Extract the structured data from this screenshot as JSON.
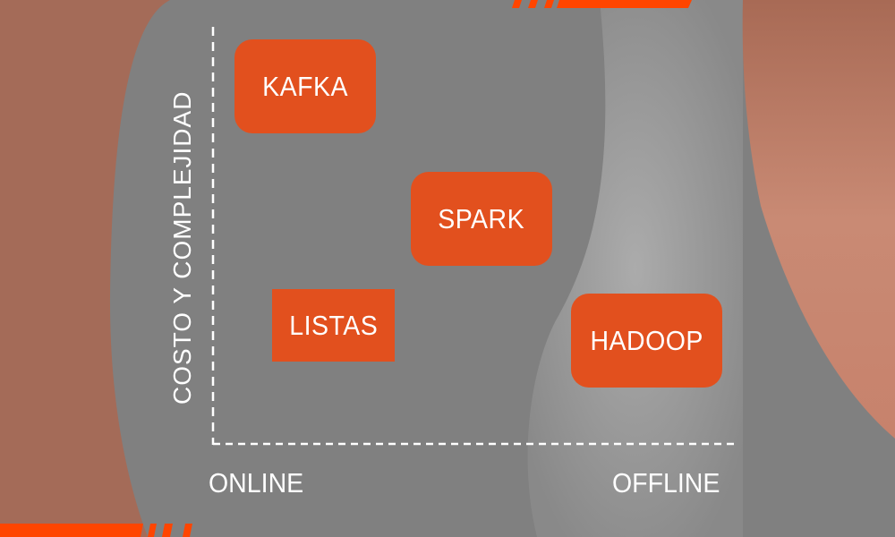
{
  "diagram": {
    "y_axis_label": "COSTO Y COMPLEJIDAD",
    "x_axis_left_label": "ONLINE",
    "x_axis_right_label": "OFFLINE",
    "items": [
      {
        "label": "KAFKA"
      },
      {
        "label": "SPARK"
      },
      {
        "label": "LISTAS"
      },
      {
        "label": "HADOOP"
      }
    ]
  },
  "colors": {
    "accent": "#e2501e",
    "stripe": "#ff4500",
    "background_gray": "#808080",
    "brown": "#a46b58"
  }
}
